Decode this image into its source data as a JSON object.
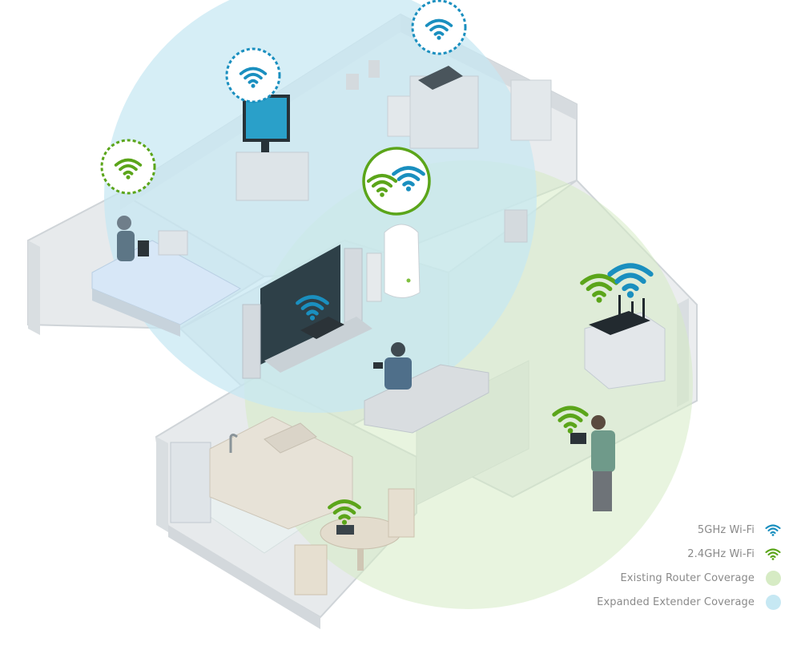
{
  "colors": {
    "wifi_5ghz": "#1a8fbf",
    "wifi_24ghz": "#5ba51a",
    "router_coverage": "#d6ebc4",
    "extender_coverage": "#c6e8f3"
  },
  "legend": {
    "items": [
      {
        "label": "5GHz Wi-Fi",
        "icon": "wifi-icon-5ghz"
      },
      {
        "label": "2.4GHz Wi-Fi",
        "icon": "wifi-icon-24ghz"
      },
      {
        "label": "Existing Router Coverage",
        "icon": "router-coverage-dot"
      },
      {
        "label": "Expanded Extender Coverage",
        "icon": "extender-coverage-dot"
      }
    ]
  }
}
